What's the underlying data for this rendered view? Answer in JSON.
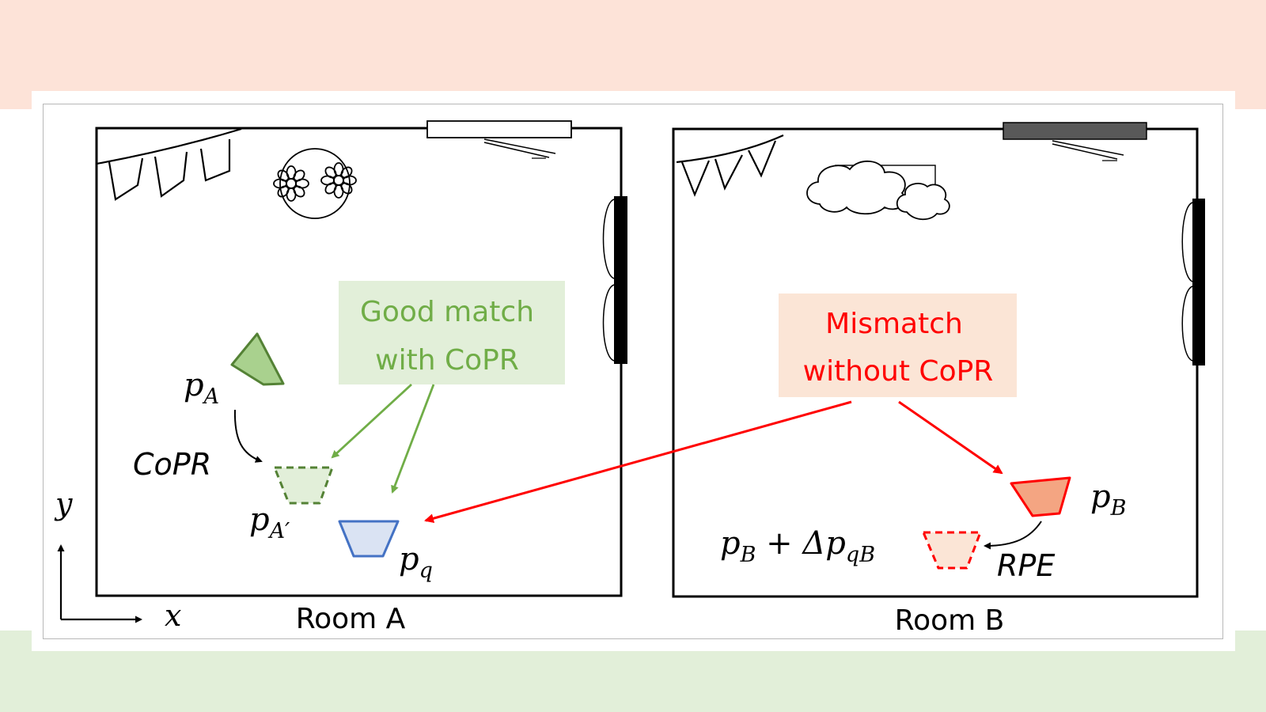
{
  "page": {
    "top_band_color": "#fde3d8",
    "bottom_band_color": "#e2efd9"
  },
  "room_a": {
    "title": "Room A"
  },
  "room_b": {
    "title": "Room B"
  },
  "callouts": {
    "good": {
      "line1": "Good match",
      "line2": "with CoPR",
      "text_color": "#70ad47",
      "bg_color": "#e2efd9"
    },
    "mismatch": {
      "line1": "Mismatch",
      "line2": "without CoPR",
      "text_color": "#ff0000",
      "bg_color": "#fbe5d6"
    }
  },
  "labels": {
    "pA": {
      "base": "p",
      "sub": "A"
    },
    "pA_prime": {
      "base": "p",
      "sub": "A′"
    },
    "pq": {
      "base": "p",
      "sub": "q"
    },
    "pB": {
      "base": "p",
      "sub": "B"
    },
    "pB_delta": {
      "base": "p",
      "sub1": "B",
      "plus": " + Δ",
      "base2": "p",
      "sub2": "qB"
    },
    "copr": "CoPR",
    "rpe": "RPE"
  },
  "axes": {
    "x_label": "x",
    "y_label": "y"
  },
  "colors": {
    "green": "#70ad47",
    "green_fill": "#a9d18e",
    "blue": "#4472c4",
    "blue_fill": "#dae3f3",
    "red": "#ff0000",
    "orange_fill": "#f4a582"
  },
  "icons": [
    "bunting-icon",
    "flower-decoration-icon",
    "cloud-decoration-icon",
    "door-icon",
    "sofa-icon",
    "camera-pose-icon"
  ]
}
